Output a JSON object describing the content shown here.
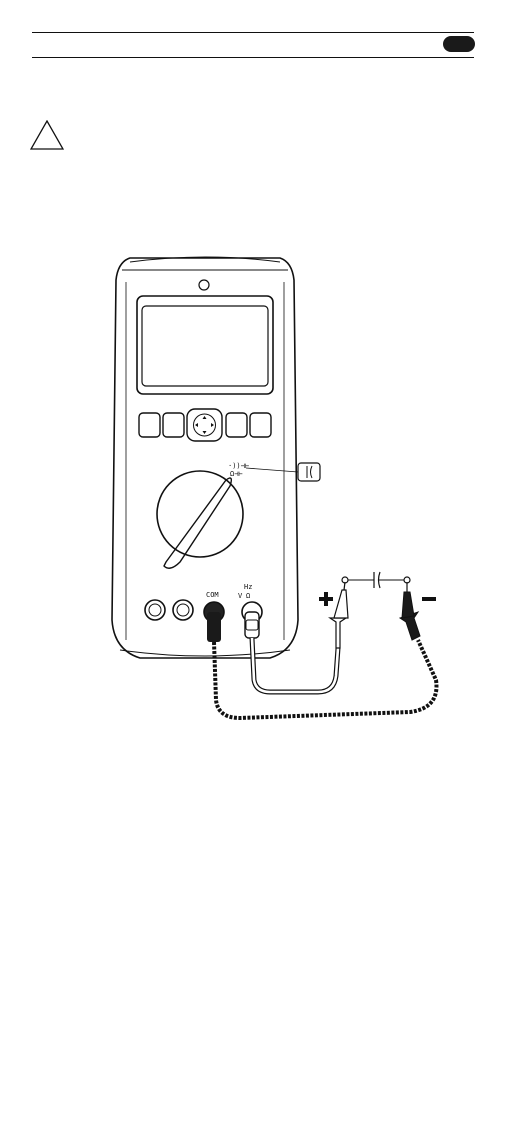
{
  "header": {
    "badge_color": "#1a1a1a"
  },
  "warning": {
    "icon": "warning-triangle-icon"
  },
  "meter": {
    "com_label": "COM",
    "volt_label": "V",
    "hz_label": "Hz",
    "ohm_symbol": "Ω",
    "capacitor_symbol": "⊣⊢"
  },
  "circuit": {
    "plus_icon": "plus-icon",
    "minus_icon": "minus-icon"
  }
}
